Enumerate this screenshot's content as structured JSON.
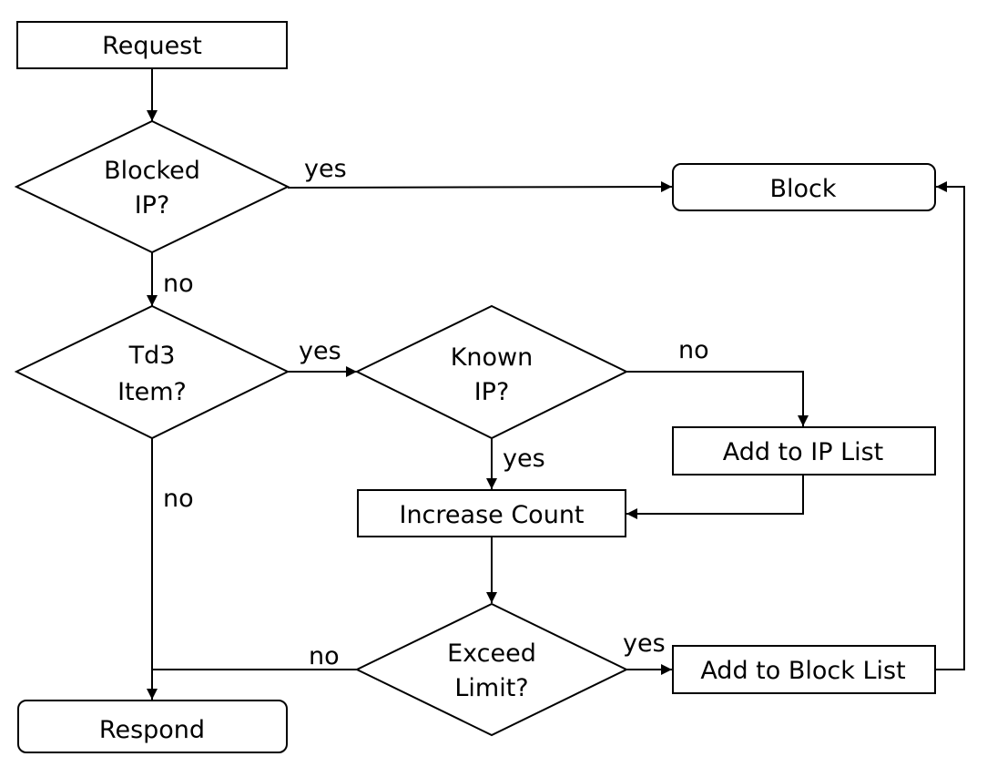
{
  "nodes": {
    "request": "Request",
    "blocked_ip": [
      "Blocked",
      "IP?"
    ],
    "block": "Block",
    "td3_item": [
      "Td3",
      "Item?"
    ],
    "known_ip": [
      "Known",
      "IP?"
    ],
    "add_to_ip_list": "Add to IP List",
    "increase_count": "Increase Count",
    "exceed_limit": [
      "Exceed",
      "Limit?"
    ],
    "add_to_block_list": "Add to Block List",
    "respond": "Respond"
  },
  "edge_labels": {
    "blocked_yes": "yes",
    "blocked_no": "no",
    "td3_yes": "yes",
    "td3_no": "no",
    "known_no": "no",
    "known_yes": "yes",
    "exceed_no": "no",
    "exceed_yes": "yes"
  }
}
